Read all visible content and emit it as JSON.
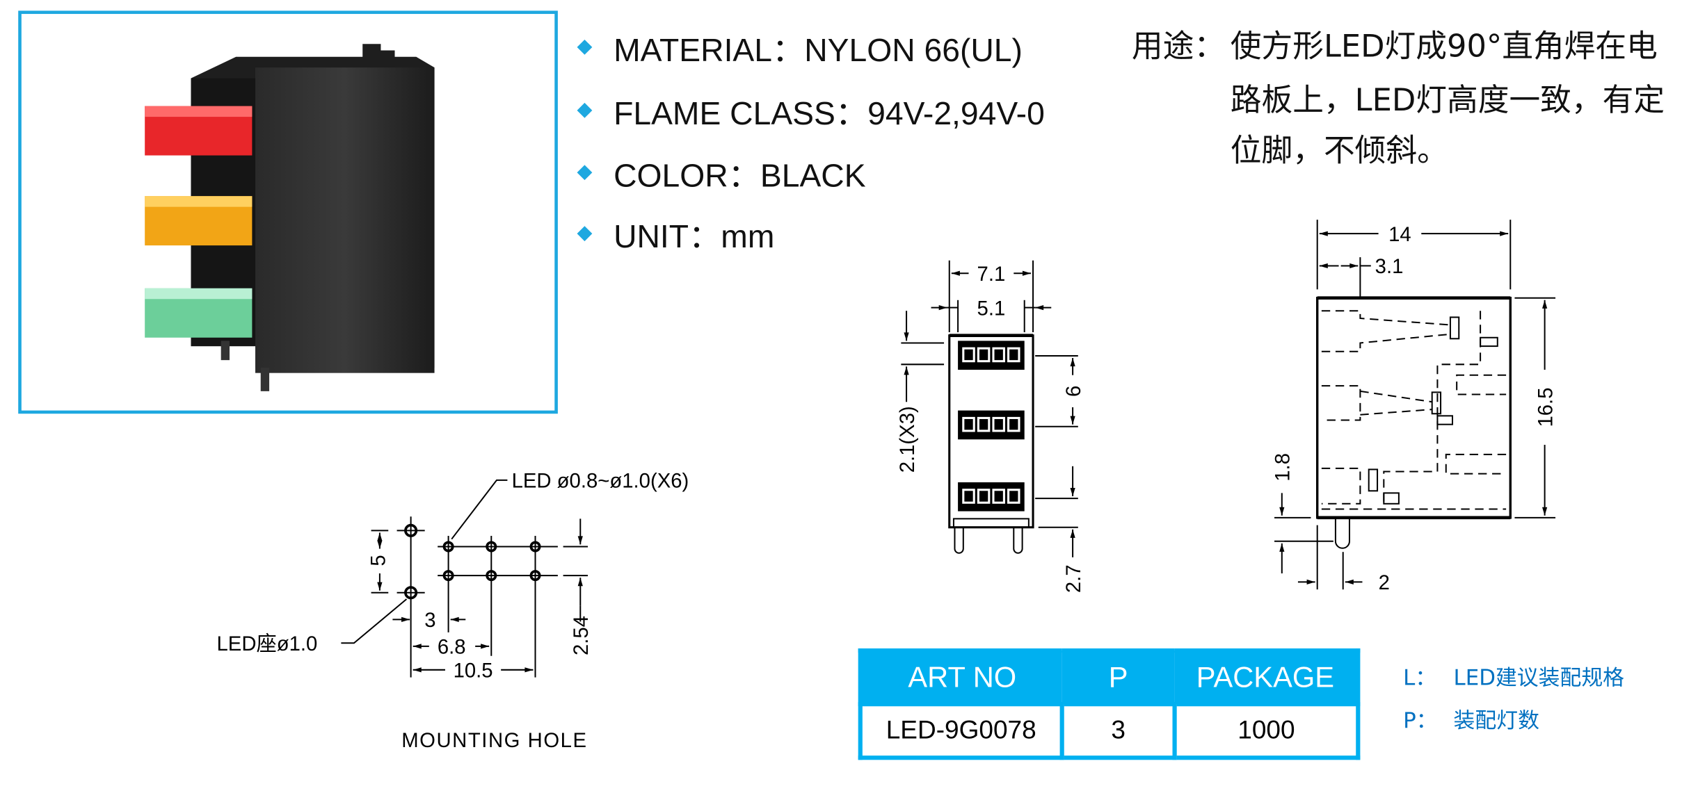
{
  "specs": {
    "material": "MATERIAL：NYLON 66(UL)",
    "flame_class": "FLAME CLASS：94V-2,94V-0",
    "color": "COLOR：BLACK",
    "unit": "UNIT：mm"
  },
  "usage": {
    "label": "用途：",
    "lines": [
      "使方形LED灯成90°直角焊在电",
      "路板上，LED灯高度一致，有定",
      "位脚，不倾斜。"
    ]
  },
  "mounting_hole": {
    "title": "MOUNTING HOLE",
    "led_hole_label": "LED ø0.8~ø1.0(X6)",
    "seat_label": "LED座ø1.0",
    "dims": {
      "d5": "5",
      "d254": "2.54",
      "d3": "3",
      "d68": "6.8",
      "d105": "10.5"
    }
  },
  "front_view": {
    "dims": {
      "d71": "7.1",
      "d51": "5.1",
      "d21x3": "2.1(X3)",
      "d6": "6",
      "d27": "2.7"
    }
  },
  "side_view": {
    "dims": {
      "d14": "14",
      "d31": "3.1",
      "d165": "16.5",
      "d18": "1.8",
      "d2": "2"
    }
  },
  "table": {
    "headers": [
      "ART NO",
      "P",
      "PACKAGE"
    ],
    "row": [
      "LED-9G0078",
      "3",
      "1000"
    ]
  },
  "legend": {
    "l_key": "L：",
    "l_text": "LED建议装配规格",
    "p_key": "P：",
    "p_text": "装配灯数"
  },
  "colors": {
    "accent": "#00b0f0",
    "legend": "#0070c0"
  }
}
